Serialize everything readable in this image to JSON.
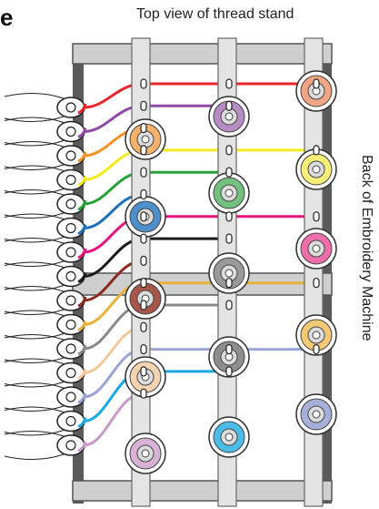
{
  "title": "Top view of thread stand",
  "side_label": "Back of Embroidery Machine",
  "clip_letter": "e",
  "threads": [
    {
      "color": "#e8262b",
      "spool": "#f0a585",
      "col": 3
    },
    {
      "color": "#8e4aa4",
      "spool": "#b58dc4",
      "col": 2
    },
    {
      "color": "#f39325",
      "spool": "#f6b26b",
      "col": 1
    },
    {
      "color": "#f2eb1e",
      "spool": "#f5ef7a",
      "col": 3
    },
    {
      "color": "#27a23a",
      "spool": "#74c07e",
      "col": 2
    },
    {
      "color": "#1c6fb9",
      "spool": "#4d8fcb",
      "col": 1
    },
    {
      "color": "#e6147e",
      "spool": "#ee6faa",
      "col": 3
    },
    {
      "color": "#1a1a1a",
      "spool": "#9a9a9a",
      "col": 2
    },
    {
      "color": "#8c2b1f",
      "spool": "#a7574a",
      "col": 1
    },
    {
      "color": "#e9b23a",
      "spool": "#f1c873",
      "col": 3
    },
    {
      "color": "#8a8a8a",
      "spool": "#8e8e8e",
      "col": 2
    },
    {
      "color": "#f2c99b",
      "spool": "#f4d4b0",
      "col": 1
    },
    {
      "color": "#9aa5d6",
      "spool": "#a6afd8",
      "col": 3
    },
    {
      "color": "#1ba9e3",
      "spool": "#4cbde9",
      "col": 2
    },
    {
      "color": "#c79ac8",
      "spool": "#d7b2d5",
      "col": 1
    }
  ]
}
